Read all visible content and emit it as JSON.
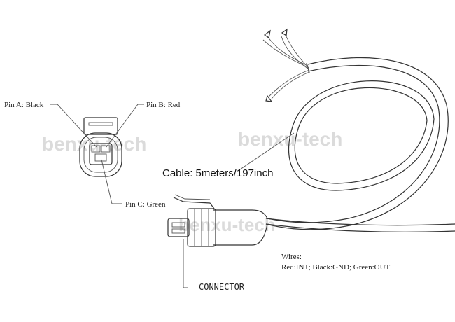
{
  "labels": {
    "pin_a": "Pin A: Black",
    "pin_b": "Pin B: Red",
    "pin_c": "Pin C: Green",
    "cable": "Cable: 5meters/197inch",
    "connector": "CONNECTOR",
    "wires_heading": "Wires:",
    "wires_detail": "Red:IN+; Black:GND; Green:OUT"
  },
  "watermarks": [
    "benxu-tech",
    "benxu-tech",
    "benxu-tech"
  ]
}
